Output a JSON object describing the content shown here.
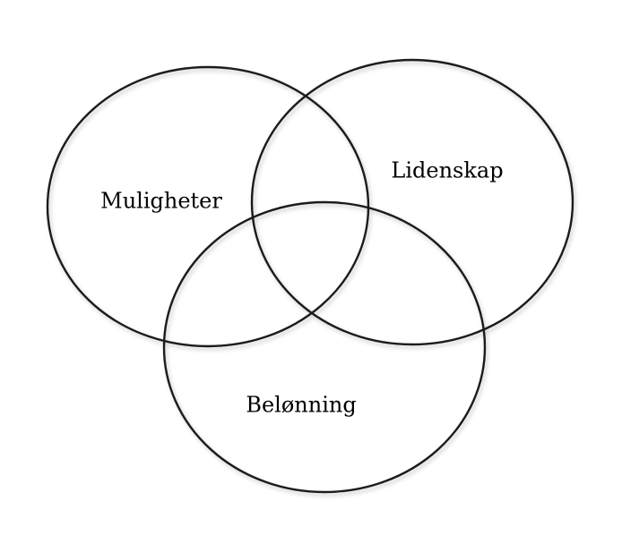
{
  "diagram": {
    "type": "venn",
    "sets": [
      {
        "id": "top-left",
        "label": "Muligheter"
      },
      {
        "id": "top-right",
        "label": "Lidenskap"
      },
      {
        "id": "bottom",
        "label": "Belønning"
      }
    ],
    "colors": {
      "stroke": "#1a1a1a",
      "text": "#000000",
      "background": "#ffffff"
    }
  }
}
